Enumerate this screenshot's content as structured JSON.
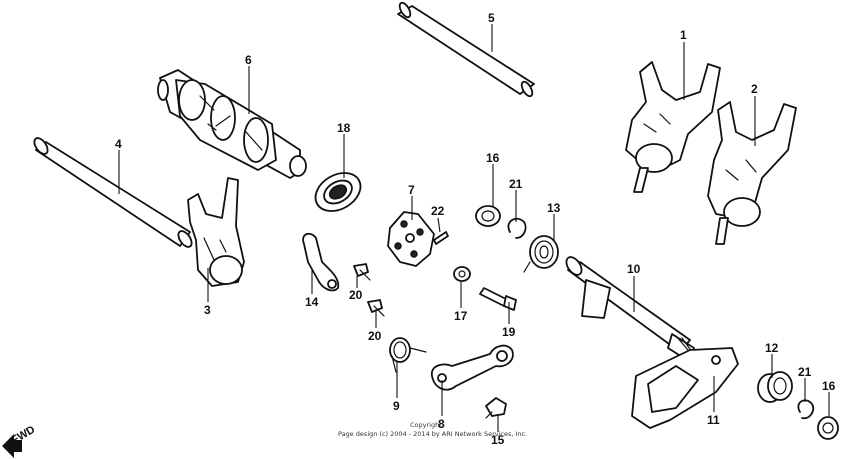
{
  "diagram": {
    "callouts": [
      {
        "id": "1",
        "label": "1"
      },
      {
        "id": "2",
        "label": "2"
      },
      {
        "id": "3",
        "label": "3"
      },
      {
        "id": "4",
        "label": "4"
      },
      {
        "id": "5",
        "label": "5"
      },
      {
        "id": "6",
        "label": "6"
      },
      {
        "id": "7",
        "label": "7"
      },
      {
        "id": "8",
        "label": "8"
      },
      {
        "id": "9",
        "label": "9"
      },
      {
        "id": "10",
        "label": "10"
      },
      {
        "id": "11",
        "label": "11"
      },
      {
        "id": "12",
        "label": "12"
      },
      {
        "id": "13",
        "label": "13"
      },
      {
        "id": "14",
        "label": "14"
      },
      {
        "id": "15",
        "label": "15"
      },
      {
        "id": "16a",
        "label": "16"
      },
      {
        "id": "16b",
        "label": "16"
      },
      {
        "id": "17",
        "label": "17"
      },
      {
        "id": "18",
        "label": "18"
      },
      {
        "id": "19",
        "label": "19"
      },
      {
        "id": "20a",
        "label": "20"
      },
      {
        "id": "20b",
        "label": "20"
      },
      {
        "id": "21a",
        "label": "21"
      },
      {
        "id": "21b",
        "label": "21"
      },
      {
        "id": "22",
        "label": "22"
      }
    ],
    "fwd_label": "FWD",
    "copyright_line1": "Copyright",
    "copyright_line2": "Page design (c) 2004 - 2014 by ARI Network Services, Inc."
  }
}
